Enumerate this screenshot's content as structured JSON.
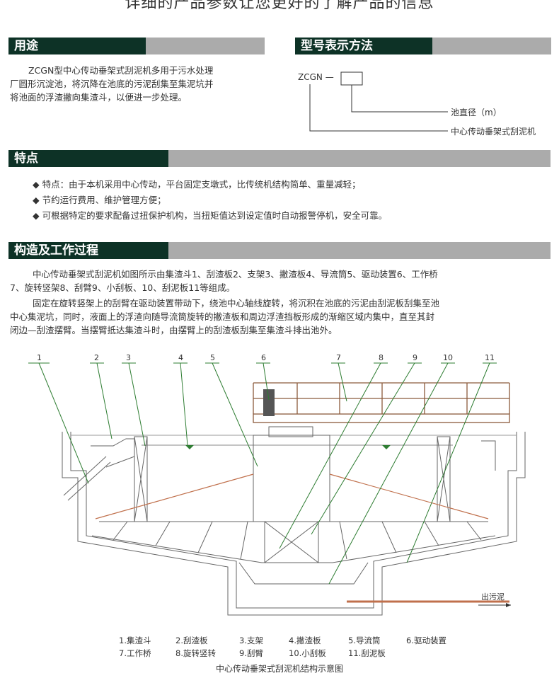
{
  "header": {
    "title": "详细的产品参数让您更好的了解产品的信息"
  },
  "usage": {
    "heading": "用途",
    "lines": [
      "ZCGN型中心传动垂架式刮泥机多用于污水处理",
      "厂圆形沉淀池，将沉降在池底的污泥刮集至集泥坑并",
      "将池面的浮渣撇向集渣斗，以便进一步处理。"
    ]
  },
  "model": {
    "heading": "型号表示方法",
    "code": "ZCGN —",
    "label_diameter": "池直径（m）",
    "label_name": "中心传动垂架式刮泥机"
  },
  "features": {
    "heading": "特点",
    "items": [
      "特点：由于本机采用中心传动，平台固定支墩式，比传统机结构简单、重量减轻；",
      "节约运行费用、维护管理方便；",
      "可根据特定的要求配备过扭保护机构，当扭矩值达到设定值时自动报警停机，安全可靠。"
    ]
  },
  "structure": {
    "heading": "构造及工作过程",
    "lines": [
      "中心传动垂架式刮泥机如图所示由集渣斗1、刮渣板2、支架3、撇渣板4、导流筒5、驱动装置6、工作桥",
      "7、旋转竖架8、刮臂9、小刮板、10、刮泥板11等组成。",
      "固定在旋转竖架上的刮臂在驱动装置带动下，绕池中心轴线旋转，将沉积在池底的污泥由刮泥板刮集至池",
      "中心集泥坑，同时，液面上的浮渣向随导流筒旋转的撇渣板和周边浮渣挡板形成的渐缩区域内集中，直至其封",
      "闭边—刮渣摆臂。当摆臂抵达集渣斗时，由摆臂上的刮渣板刮集至集渣斗排出池外。"
    ]
  },
  "diagram": {
    "numbers": [
      "1",
      "2",
      "3",
      "4",
      "5",
      "6",
      "7",
      "8",
      "9",
      "10",
      "11"
    ],
    "outlet_label": "出污泥",
    "legend": [
      [
        "1.集渣斗",
        "2.刮渣板",
        "3.支架",
        "4.撇渣板",
        "5.导流筒",
        "6.驱动装置"
      ],
      [
        "7.工作桥",
        "8.旋转竖转",
        "9.刮臂",
        "10.小刮板",
        "11.刮泥板"
      ]
    ],
    "caption": "中心传动垂架式刮泥机结构示意图"
  },
  "colors": {
    "heading_dark": "#0d3226",
    "heading_gray": "#ababab",
    "leader_green": "#2e7d32",
    "bridge_brown": "#8b5a3c"
  }
}
